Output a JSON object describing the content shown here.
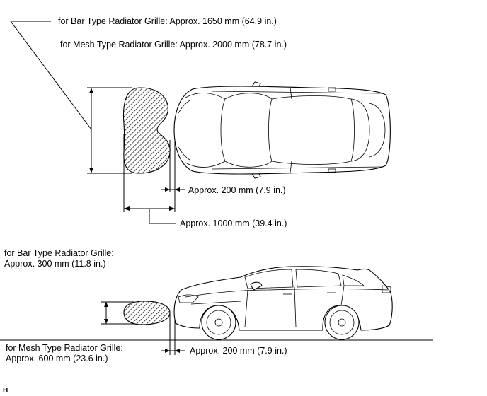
{
  "top_view": {
    "bar_grille_width": "for Bar Type Radiator Grille: Approx. 1650 mm (64.9 in.)",
    "mesh_grille_width": "for Mesh Type Radiator Grille: Approx. 2000 mm (78.7 in.)",
    "gap_distance": "Approx. 200 mm (7.9 in.)",
    "range_distance": "Approx. 1000 mm (39.4 in.)"
  },
  "side_view": {
    "bar_grille_height_line1": "for Bar Type Radiator Grille:",
    "bar_grille_height_line2": "Approx. 300 mm (11.8 in.)",
    "mesh_grille_height_line1": "for Mesh Type Radiator Grille:",
    "mesh_grille_height_line2": "Approx. 600 mm (23.6 in.)",
    "gap_distance": "Approx. 200 mm (7.9 in.)"
  },
  "figure_code": "H"
}
